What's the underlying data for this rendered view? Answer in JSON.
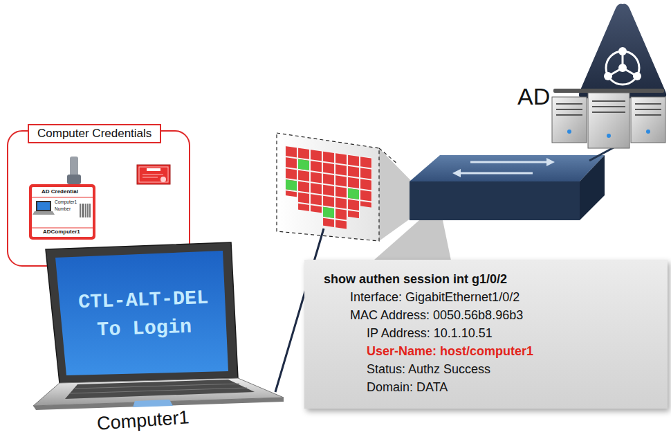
{
  "diagram": {
    "nodes": [
      {
        "text": [
          "Computer Credentials"
        ]
      },
      {
        "text": [
          "CTL-ALT-DEL To Login"
        ]
      },
      {
        "text": [
          "show authen session int g1/0/2",
          "Interface: GigabitEthernet1/0/2",
          "MAC Address: 0050.56b8.96b3",
          "IP Address: 10.1.10.51",
          "User-Name: host/computer1",
          "Status: Authz Success",
          "Domain: DATA"
        ]
      }
    ],
    "labels": [
      "AD Credential",
      "Computer1",
      "Number",
      "ADComputer1",
      "Computer1",
      "AD"
    ]
  }
}
